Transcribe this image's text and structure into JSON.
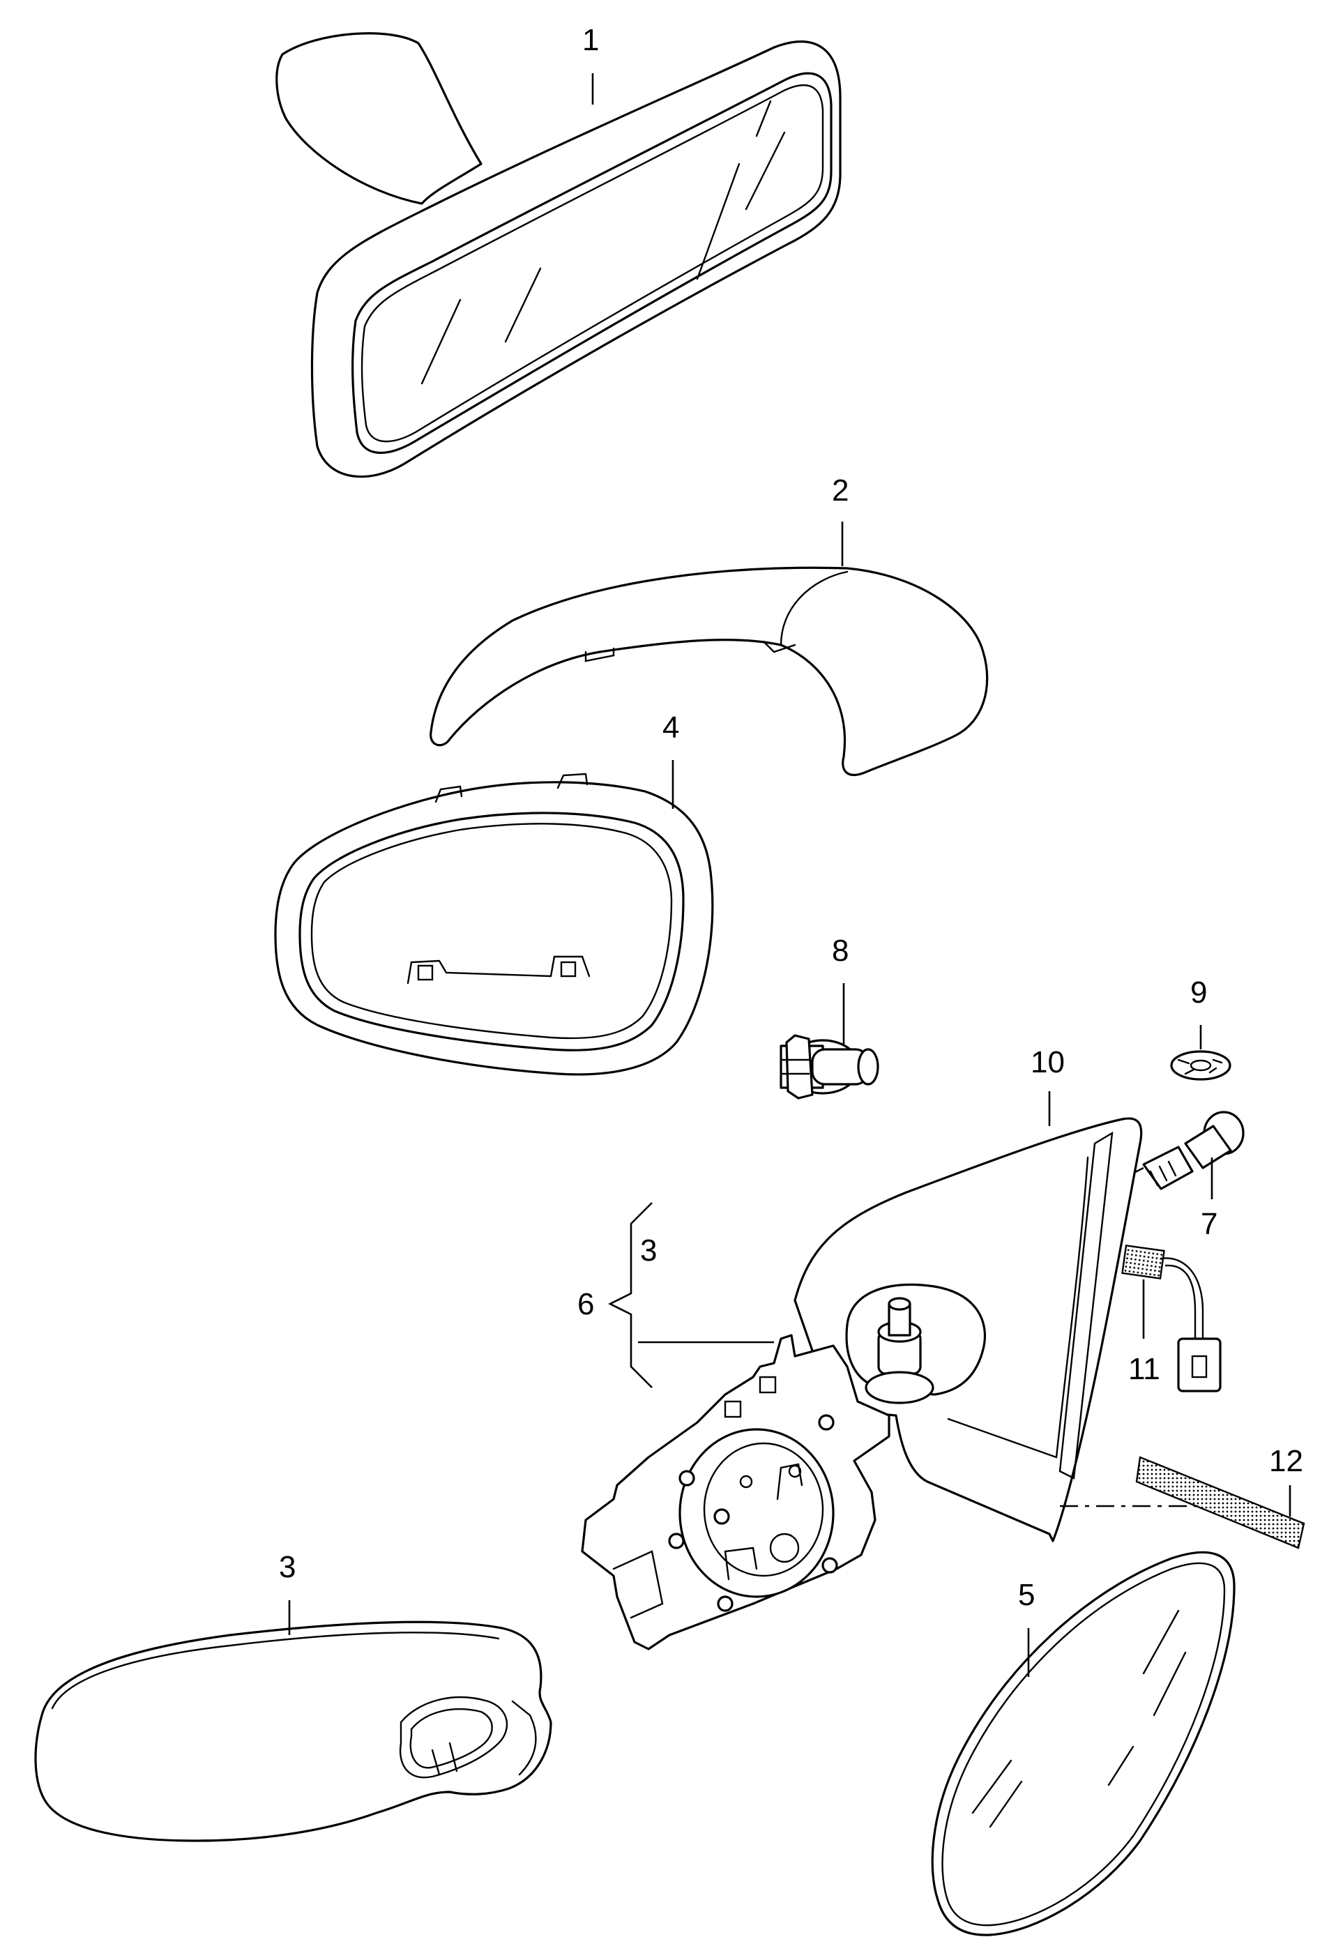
{
  "callouts": {
    "c1": "1",
    "c2": "2",
    "c3_bracket": "3",
    "c3_cap": "3",
    "c4": "4",
    "c5": "5",
    "c6": "6",
    "c7": "7",
    "c8": "8",
    "c9": "9",
    "c10": "10",
    "c11": "11",
    "c12": "12"
  },
  "colors": {
    "line": "#000000",
    "background": "#ffffff"
  }
}
